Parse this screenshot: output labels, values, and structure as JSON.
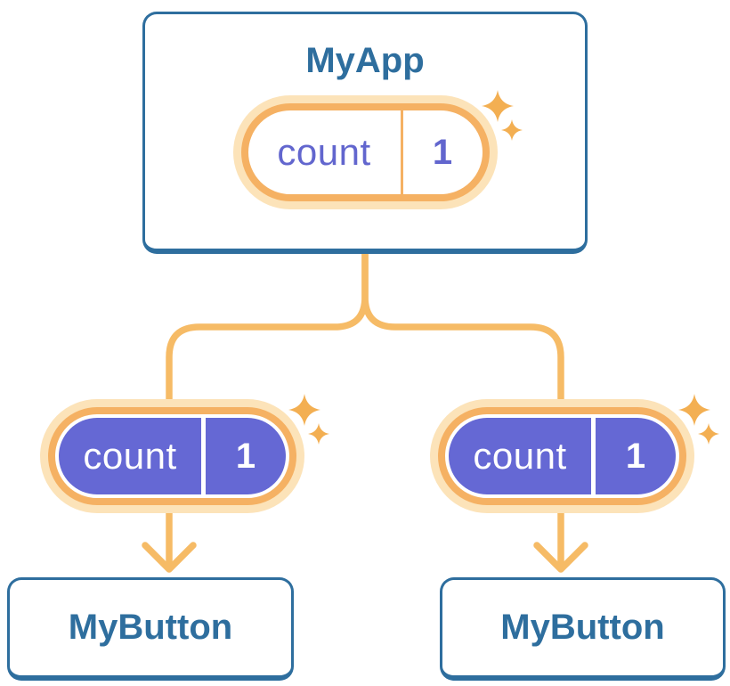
{
  "diagram": {
    "root": {
      "label": "MyApp",
      "pill": {
        "key": "count",
        "value": "1"
      }
    },
    "children": [
      {
        "label": "MyButton",
        "pill": {
          "key": "count",
          "value": "1"
        }
      },
      {
        "label": "MyButton",
        "pill": {
          "key": "count",
          "value": "1"
        }
      }
    ]
  },
  "icons": {
    "sparkle": "four-point-star",
    "arrow": "arrow-down"
  },
  "colors": {
    "node_blue": "#2E6E9E",
    "connector_orange": "#F6BB66",
    "pill_ring_orange": "#F5B163",
    "pill_halo_orange": "#FCE3B9",
    "pill_purple": "#6568D4",
    "pill_text_purple": "#6266CE",
    "sparkle_orange": "#F3AF52",
    "card_background": "#FFFFFF"
  }
}
